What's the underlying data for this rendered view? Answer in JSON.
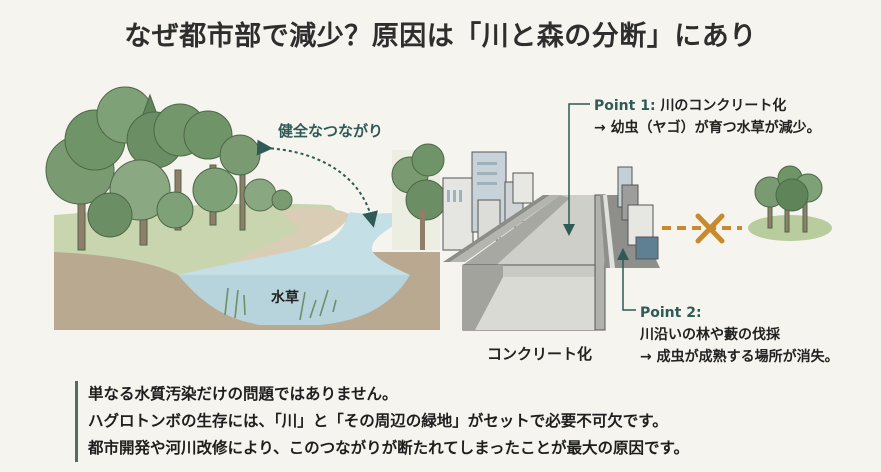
{
  "title": "なぜ都市部で減少？原因は「川と森の分断」にあり",
  "left_scene": {
    "connection_label": "健全なつながり",
    "aquatic_plants_label": "水草"
  },
  "right_scene": {
    "concrete_label": "コンクリート化",
    "point1": {
      "heading": "Point 1:",
      "title": "川のコンクリート化",
      "effect": "→ 幼虫（ヤゴ）が育つ水草が減少。"
    },
    "point2": {
      "heading": "Point 2:",
      "title": "川沿いの林や藪の伐採",
      "effect": "→ 成虫が成熟する場所が消失。"
    },
    "disconnect_icon": "cross-mark-icon"
  },
  "notes": [
    "単なる水質汚染だけの問題ではありません。",
    "ハグロトンボの生存には、「川」と「その周辺の緑地」がセットで必要不可欠です。",
    "都市開発や河川改修により、このつながりが断たれてしまったことが最大の原因です。"
  ],
  "colors": {
    "background": "#f5f4ee",
    "accent_teal": "#2f5a55",
    "cross_orange": "#c98a2e",
    "tree_green": "#6f9468",
    "water": "#bcd9e0",
    "soil": "#b2a38c",
    "concrete": "#c9c9c4"
  }
}
